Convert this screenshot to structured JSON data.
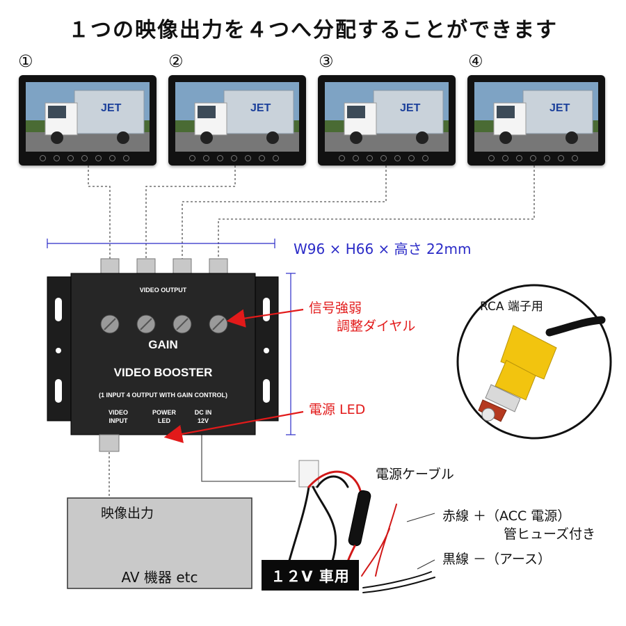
{
  "title": "１つの映像出力を４つへ分配することができます",
  "monitors": [
    {
      "number": "①"
    },
    {
      "number": "②"
    },
    {
      "number": "③"
    },
    {
      "number": "④"
    }
  ],
  "truck_logo": "JET",
  "dimensions": "W96 × H66 × 高さ 22mm",
  "device": {
    "video_output": "VIDEO OUTPUT",
    "gain": "GAIN",
    "name": "VIDEO BOOSTER",
    "subtitle": "(1 INPUT 4 OUTPUT WITH GAIN CONTROL)",
    "video_input": "VIDEO\nINPUT",
    "power_led": "POWER\nLED",
    "dc_in": "DC IN\n12V"
  },
  "callouts": {
    "gain_dial_line1": "信号強弱",
    "gain_dial_line2": "調整ダイヤル",
    "power_led": "電源 LED"
  },
  "rca_label": "RCA 端子用",
  "av_box": {
    "header": "映像出力",
    "label": "AV 機器 etc"
  },
  "power_cable": "電源ケーブル",
  "wires": {
    "red_line1": "赤線 ＋（ACC 電源）",
    "red_line2": "管ヒューズ付き",
    "black": "黒線 －（アース）"
  },
  "badge_12v": "１２V 車用",
  "colors": {
    "dimension_blue": "#2b2bc7",
    "callout_red": "#e21a1a",
    "rca_yellow": "#f2c40f"
  }
}
